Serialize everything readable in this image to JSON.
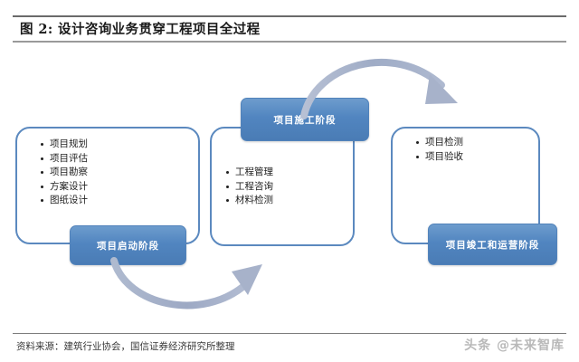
{
  "figure": {
    "title": "图 2:  设计咨询业务贯穿工程项目全过程",
    "source_note": "资料来源：建筑行业协会，国信证券经济研究所整理",
    "watermark": "头条 @未来智库"
  },
  "colors": {
    "stage_blue": "#4F81BD",
    "panel_border": "#5B89BF",
    "arrow_gray_blue": "#A8B4CC",
    "title_text": "#1A1A1A",
    "rule": "#6B6B6B"
  },
  "chart_data": {
    "type": "diagram",
    "title": "设计咨询业务贯穿工程项目全过程",
    "orientation": "left-to-right process flow",
    "stages": [
      {
        "id": "start",
        "label": "项目启动阶段",
        "items": [
          "项目规划",
          "项目评估",
          "项目勘察",
          "方案设计",
          "图纸设计"
        ]
      },
      {
        "id": "build",
        "label": "项目施工阶段",
        "items": [
          "工程管理",
          "工程咨询",
          "材料检测"
        ]
      },
      {
        "id": "finish",
        "label": "项目竣工和运营阶段",
        "items": [
          "项目检测",
          "项目验收"
        ]
      }
    ],
    "connectors": [
      {
        "id": "arrow-top",
        "from": "build",
        "to": "finish",
        "shape": "curved-arc-up"
      },
      {
        "id": "arrow-bottom",
        "from": "start",
        "to": "build",
        "shape": "curved-arc-down"
      }
    ]
  },
  "panels": {
    "start": {
      "label": "项目启动阶段",
      "items": [
        "项目规划",
        "项目评估",
        "项目勘察",
        "方案设计",
        "图纸设计"
      ]
    },
    "build": {
      "label": "项目施工阶段",
      "items": [
        "工程管理",
        "工程咨询",
        "材料检测"
      ]
    },
    "finish": {
      "label": "项目竣工和运营阶段",
      "items": [
        "项目检测",
        "项目验收"
      ]
    }
  }
}
